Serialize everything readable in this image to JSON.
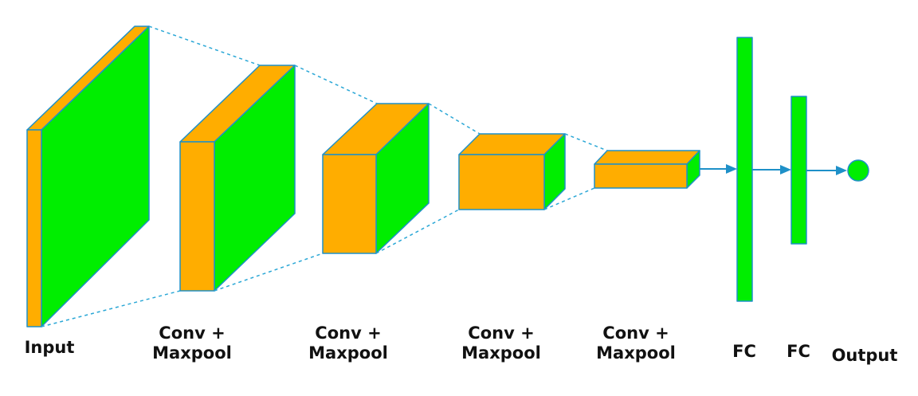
{
  "colors": {
    "face_front": "#ffad00",
    "face_green": "#00ee00",
    "edge": "#1e90c8",
    "connector": "#2aa7d6",
    "arrow": "#1e90c8"
  },
  "layers": [
    {
      "name": "input",
      "label_lines": [
        "Input"
      ]
    },
    {
      "name": "conv-maxpool-1",
      "label_lines": [
        "Conv +",
        "Maxpool"
      ]
    },
    {
      "name": "conv-maxpool-2",
      "label_lines": [
        "Conv +",
        "Maxpool"
      ]
    },
    {
      "name": "conv-maxpool-3",
      "label_lines": [
        "Conv +",
        "Maxpool"
      ]
    },
    {
      "name": "conv-maxpool-4",
      "label_lines": [
        "Conv +",
        "Maxpool"
      ]
    },
    {
      "name": "fc-1",
      "label_lines": [
        "FC"
      ]
    },
    {
      "name": "fc-2",
      "label_lines": [
        "FC"
      ]
    },
    {
      "name": "output",
      "label_lines": [
        "Output"
      ]
    }
  ]
}
